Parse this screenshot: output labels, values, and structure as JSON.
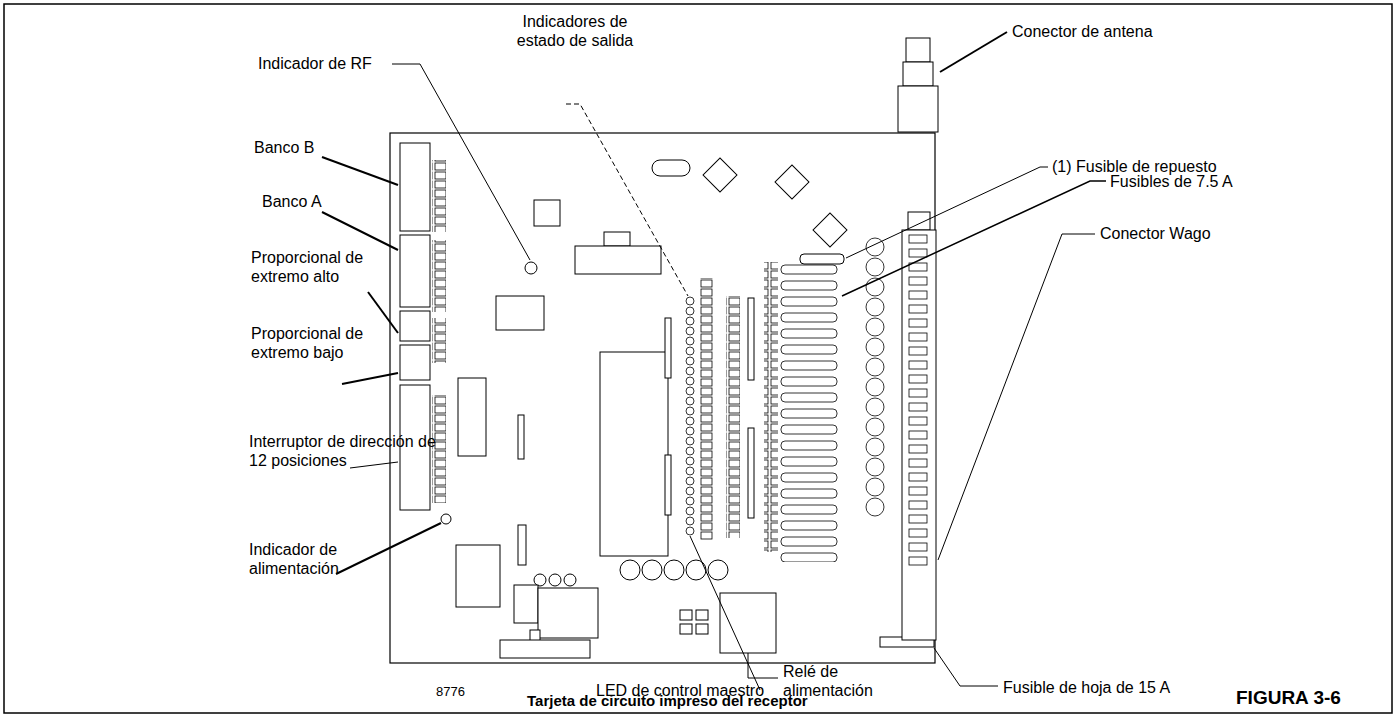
{
  "diagram": {
    "caption": "Tarjeta de circuito impreso del receptor",
    "labels": [
      "Indicadores de estado de salida",
      "Indicador de RF",
      "Conector de antena",
      "Banco B",
      "(1) Fusible de repuesto",
      "Banco A",
      "Fusibles de 7.5 A",
      "Proporcional de extremo alto",
      "Conector Wago",
      "Proporcional de extremo bajo",
      "Interruptor de dirección de 12 posiciones",
      "Indicador de alimentación",
      "8776",
      "LED de control maestro",
      "Relé de alimentación",
      "Fusible de hoja de 15 A",
      "FIGURA 3-6"
    ]
  }
}
